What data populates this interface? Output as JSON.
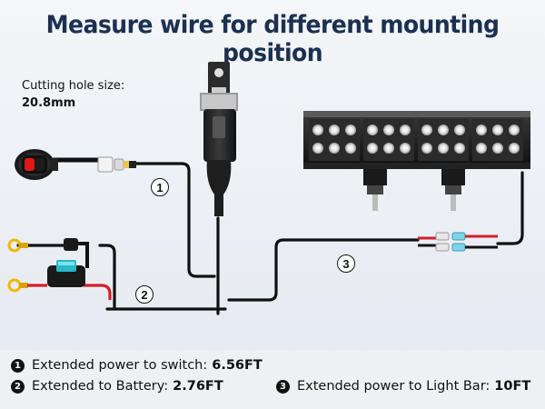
{
  "title": "Measure wire for different mounting position",
  "cutting_hole": {
    "label": "Cutting hole size:",
    "value": "20.8mm"
  },
  "callouts": [
    "1",
    "2",
    "3"
  ],
  "legend": [
    {
      "num": "1",
      "label": "Extended power to switch:",
      "value": "6.56FT"
    },
    {
      "num": "2",
      "label": "Extended to Battery:",
      "value": "2.76FT"
    },
    {
      "num": "3",
      "label": "Extended power to Light Bar:",
      "value": "10FT"
    }
  ],
  "colors": {
    "title": "#1c3150",
    "wire": "#111111",
    "red_wire": "#d0202a",
    "terminal": "#f2b705",
    "fuse": "#28b8c8",
    "switch_light": "#e01818",
    "footer_bg": "#eef0f3"
  }
}
